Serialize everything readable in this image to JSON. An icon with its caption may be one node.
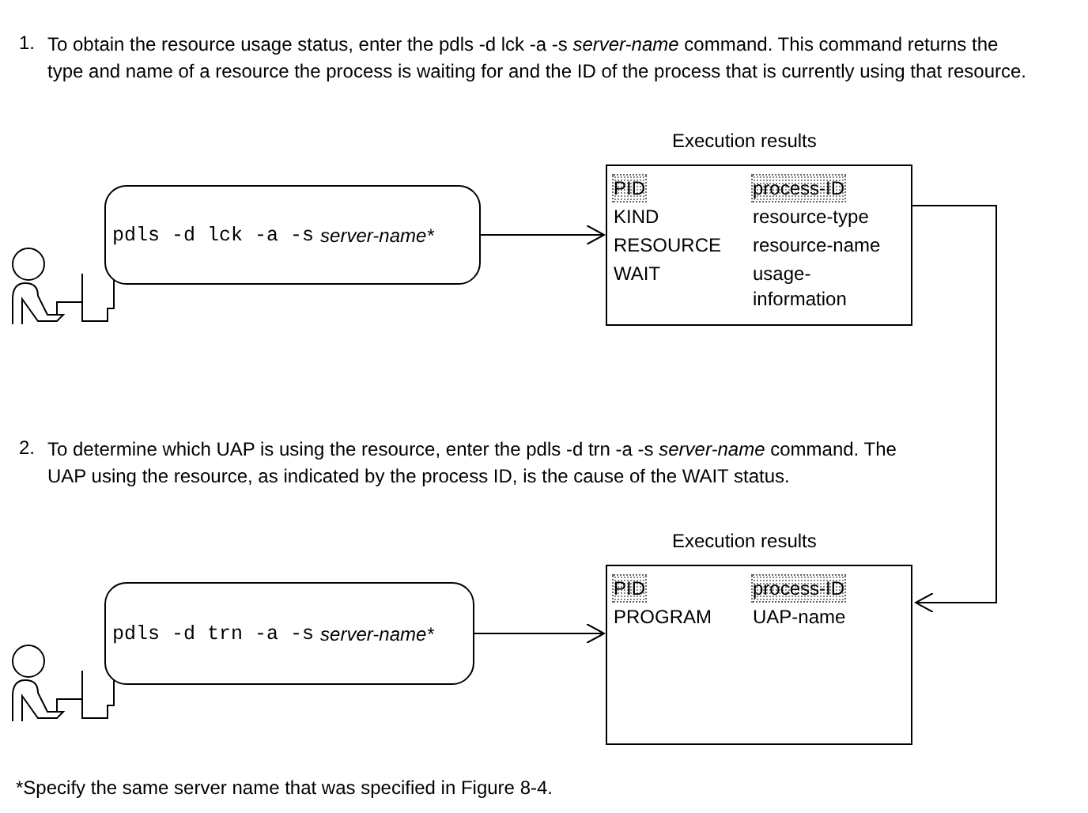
{
  "diagram": {
    "nodes": [
      {
        "text": [
          "pdls -d lck -a -s",
          "server-name*"
        ]
      },
      {
        "text": [
          "Execution results",
          "PID",
          "process-ID",
          "KIND",
          "resource-type",
          "RESOURCE",
          "resource-name",
          "WAIT",
          "usage-information"
        ]
      },
      {
        "text": [
          "pdls -d trn -a -s",
          "server-name*"
        ]
      },
      {
        "text": [
          "Execution results",
          "PID",
          "process-ID",
          "PROGRAM",
          "UAP-name"
        ]
      }
    ],
    "edges": [
      {
        "from": 0,
        "to": 1,
        "arrow": "to"
      },
      {
        "from": 1,
        "to": 3,
        "arrow": "to"
      },
      {
        "from": 2,
        "to": 3,
        "arrow": "to"
      }
    ],
    "labels": [
      "1.",
      "To obtain the resource usage status, enter the pdls -d lck -a -s *server-name* command.  This command returns the type and name of a resource the process is waiting for and the ID of the process that is currently using that resource.",
      "2.",
      "To determine which UAP is using the resource, enter the pdls -d trn -a -s *server-name* command.  The UAP using the resource, as indicated by the process ID, is the cause of the WAIT status.",
      "*Specify the same server name that was specified in Figure 8-4."
    ]
  }
}
